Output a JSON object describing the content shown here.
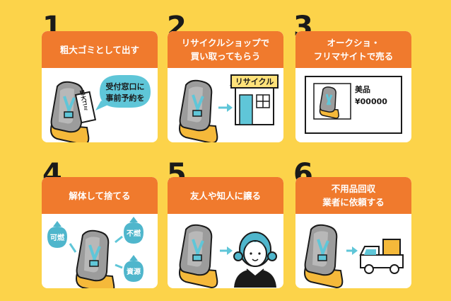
{
  "steps": [
    {
      "number": "1",
      "title": "粗大ゴミとして出す",
      "bubble": [
        "受付窓口に",
        "事前予約を"
      ],
      "tag": "粗大ゴミ"
    },
    {
      "number": "2",
      "title": "リサイクルショップで\n買い取ってもらう",
      "shop_sign": "リサイクル"
    },
    {
      "number": "3",
      "title": "オークショ・\nフリマサイトで売る",
      "listing_label": "美品",
      "listing_price": "¥00000"
    },
    {
      "number": "4",
      "title": "解体して捨てる",
      "bags": [
        "可燃",
        "不燃",
        "資源"
      ]
    },
    {
      "number": "5",
      "title": "友人や知人に譲る"
    },
    {
      "number": "6",
      "title": "不用品回収\n業者に依頼する"
    }
  ],
  "colors": {
    "background": "#fcd34a",
    "header": "#f07a2d",
    "seat": "#9c9c9c",
    "belt": "#5fc6d8",
    "base": "#f5b93a",
    "teal": "#4fb6cc"
  }
}
